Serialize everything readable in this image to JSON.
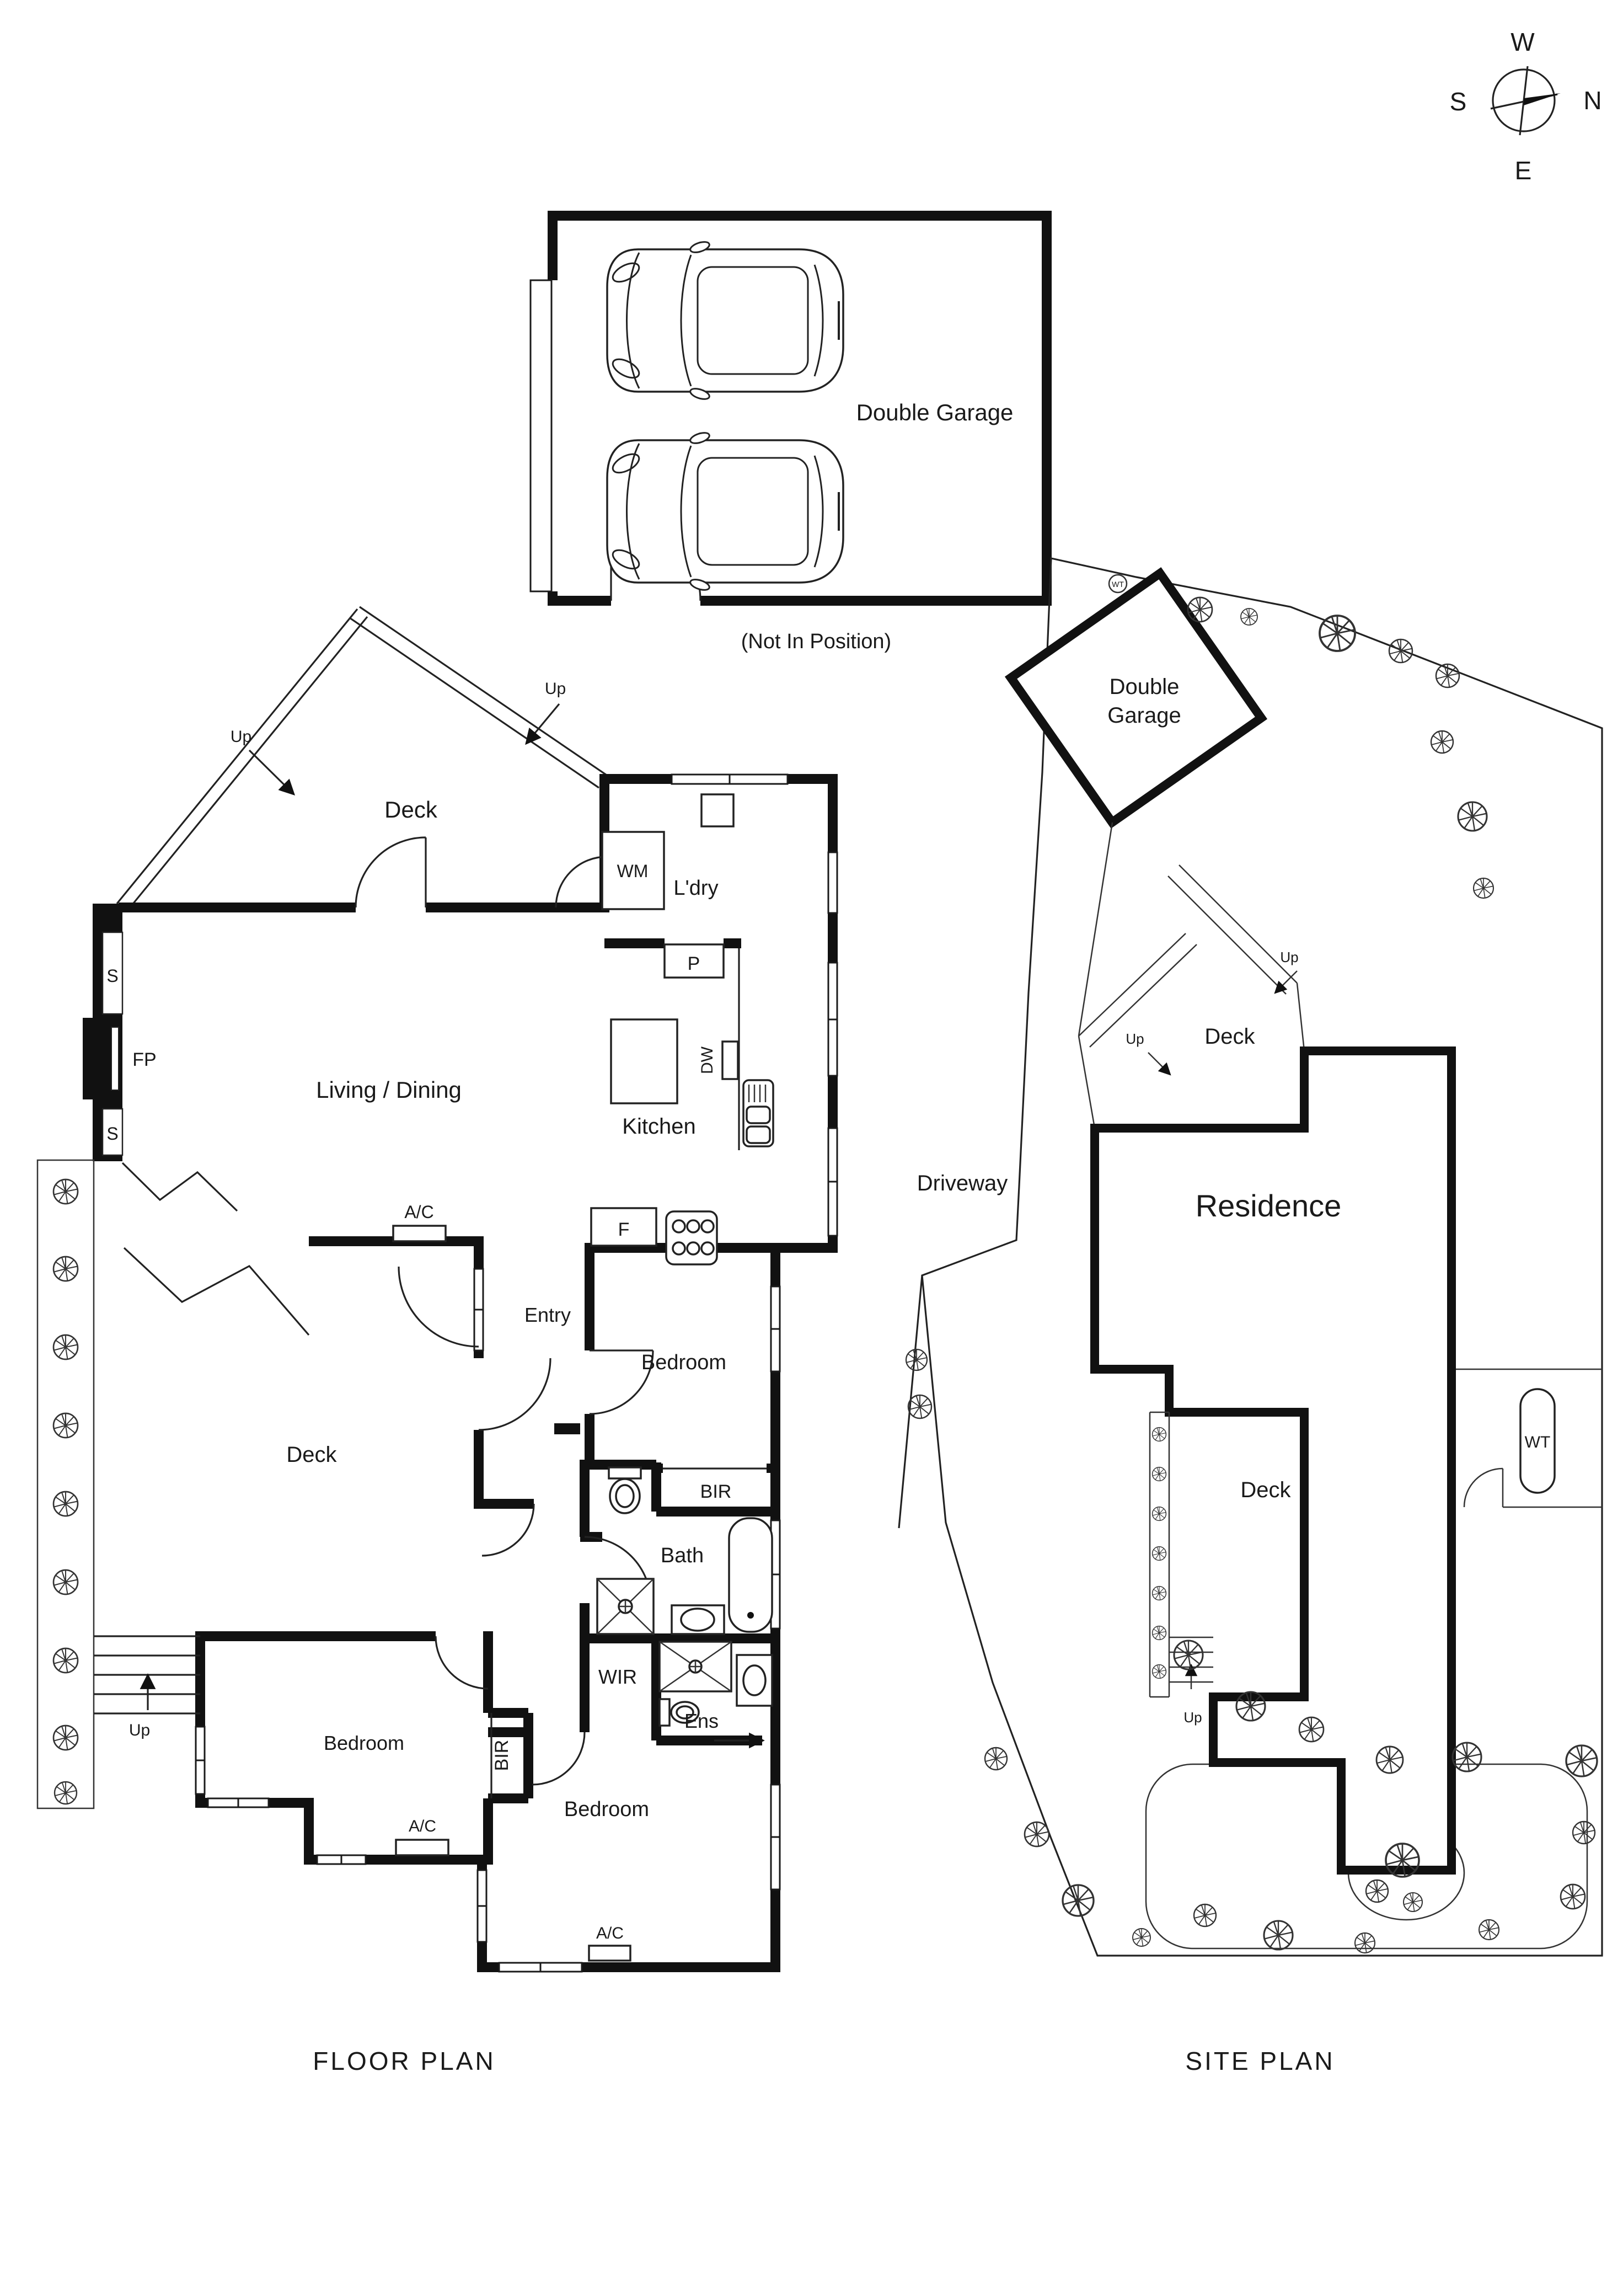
{
  "compass": {
    "w": "W",
    "n": "N",
    "e": "E",
    "s": "S"
  },
  "garage_detail": {
    "title": "Double Garage",
    "note": "(Not In Position)"
  },
  "floor_plan": {
    "title": "FLOOR PLAN",
    "deck_top": "Deck",
    "up_left": "Up",
    "up_right": "Up",
    "wm": "WM",
    "laundry": "L'dry",
    "pantry": "P",
    "store_top": "S",
    "fireplace": "FP",
    "store_bottom": "S",
    "living": "Living / Dining",
    "kitchen": "Kitchen",
    "dishwasher": "DW",
    "fridge": "F",
    "ac_living": "A/C",
    "entry": "Entry",
    "bedroom_mid": "Bedroom",
    "deck_side": "Deck",
    "bir_mid": "BIR",
    "bath": "Bath",
    "wir": "WIR",
    "bir_left": "BIR",
    "ens": "Ens",
    "bedroom_left": "Bedroom",
    "up_stairs": "Up",
    "ac_left": "A/C",
    "bedroom_bottom": "Bedroom",
    "ac_bottom": "A/C"
  },
  "site_plan": {
    "title": "SITE PLAN",
    "wt_top": "WT",
    "garage_line1": "Double",
    "garage_line2": "Garage",
    "up1": "Up",
    "up2": "Up",
    "deck_top": "Deck",
    "residence": "Residence",
    "driveway": "Driveway",
    "deck_side": "Deck",
    "up3": "Up",
    "wt_tank": "WT"
  }
}
